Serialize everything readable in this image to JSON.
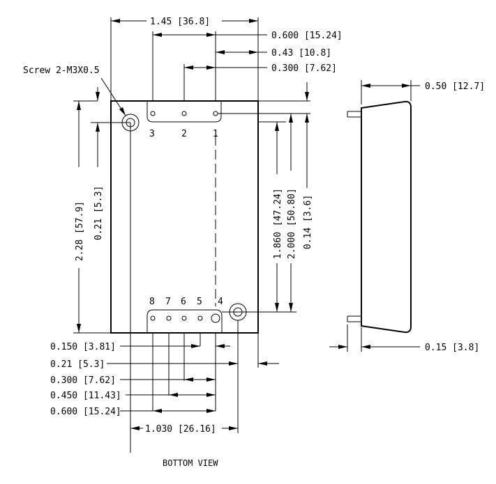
{
  "view_caption": "BOTTOM VIEW",
  "screw_label": "Screw 2-M3X0.5",
  "pins": {
    "top": [
      "3",
      "2",
      "1"
    ],
    "bottom": [
      "8",
      "7",
      "6",
      "5",
      "4"
    ]
  },
  "dimensions": {
    "overall_width": "1.45 [36.8]",
    "top_pin1_to_3": "0.600 [15.24]",
    "top_edge_to_pin1": "0.43 [10.8]",
    "top_pin1_to_2": "0.300 [7.62]",
    "overall_height": "2.28 [57.9]",
    "screw_offset_vertical": "0.21 [5.3]",
    "pin_row_spacing_a": "1.860 [47.24]",
    "pin_row_spacing_b": "2.000 [50.80]",
    "pin_to_edge": "0.14 [3.6]",
    "side_thickness": "0.50 [12.7]",
    "pin_length": "0.15 [3.8]",
    "bottom_pin_150": "0.150 [3.81]",
    "bottom_screw_21": "0.21 [5.3]",
    "bottom_pin_300": "0.300 [7.62]",
    "bottom_pin_450": "0.450 [11.43]",
    "bottom_pin_600": "0.600 [15.24]",
    "bottom_screw_1030": "1.030 [26.16]"
  }
}
